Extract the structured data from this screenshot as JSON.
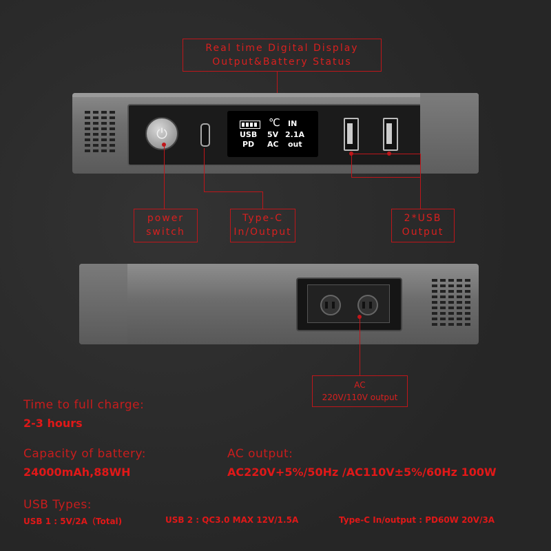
{
  "callouts": {
    "display_line1": "Real time Digital Display",
    "display_line2": "Output&Battery Status",
    "power_line1": "power",
    "power_line2": "switch",
    "typec_line1": "Type-C",
    "typec_line2": "In/Output",
    "usb_line1": "2*USB",
    "usb_line2": "Output",
    "ac_line1": "AC",
    "ac_line2": "220V/110V output"
  },
  "lcd": {
    "temp": "℃",
    "in": "IN",
    "usb": "USB",
    "volt": "5V",
    "amp": "2.1A",
    "pd": "PD",
    "ac": "AC",
    "out": "out",
    "battery_level": 1.0
  },
  "specs": {
    "charge_label": "Time to full charge:",
    "charge_value": "2-3 hours",
    "capacity_label": "Capacity of battery:",
    "capacity_value": "24000mAh,88WH",
    "ac_label": "AC output:",
    "ac_value": "AC220V+5%/50Hz /AC110V±5%/60Hz 100W",
    "usb_types_label": "USB Types:",
    "usb1": "USB 1 : 5V/2A（Total)",
    "usb2": "USB 2 : QC3.0 MAX 12V/1.5A",
    "typec": "Type-C  In/output : PD60W 20V/3A"
  },
  "icons": {
    "power": "power-icon"
  },
  "colors": {
    "accent": "#e01818",
    "background": "#2a2a2a"
  }
}
